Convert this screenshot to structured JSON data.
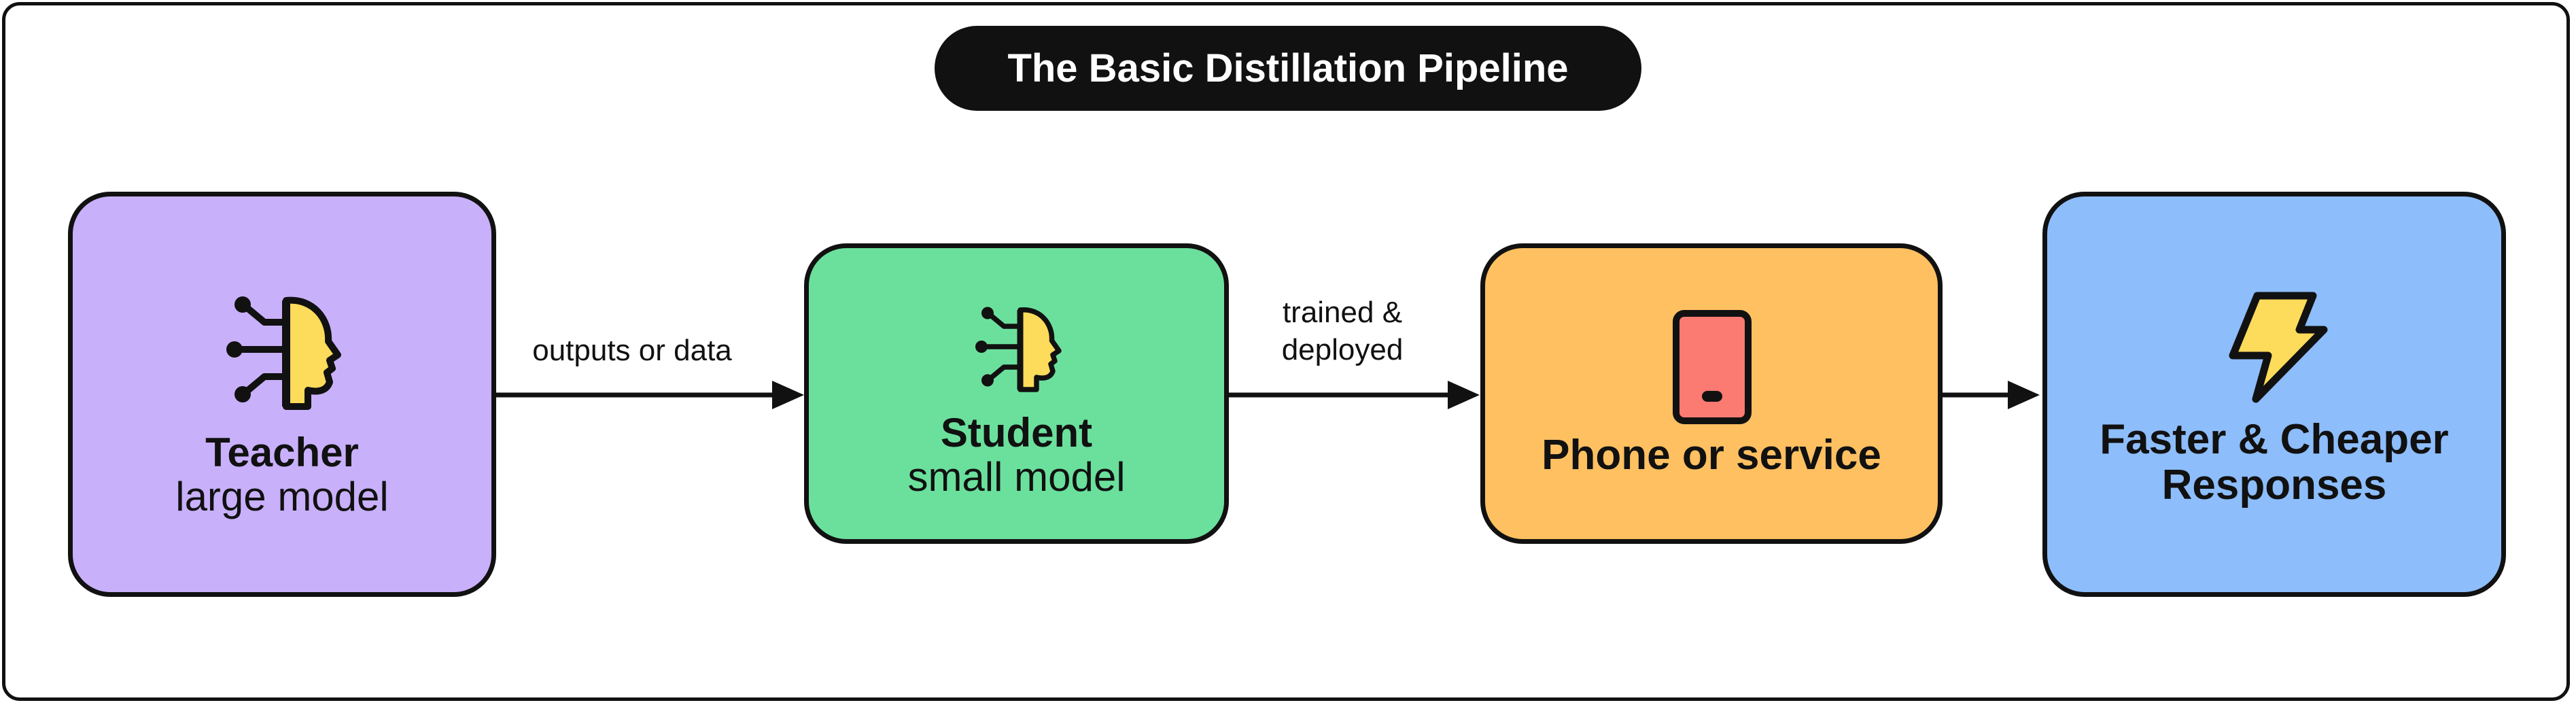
{
  "title": "The Basic Distillation Pipeline",
  "nodes": {
    "teacher": {
      "name": "Teacher",
      "subtitle": "large model",
      "color": "#c9b0fb",
      "icon": "ai-head-icon"
    },
    "student": {
      "name": "Student",
      "subtitle": "small model",
      "color": "#6be09d",
      "icon": "ai-head-icon"
    },
    "phone": {
      "name": "Phone or service",
      "color": "#fec061",
      "icon": "smartphone-icon"
    },
    "result": {
      "name_line1": "Faster & Cheaper",
      "name_line2": "Responses",
      "color": "#8dbdfb",
      "icon": "lightning-bolt-icon"
    }
  },
  "edges": {
    "teacher_to_student": {
      "label": "outputs or data"
    },
    "student_to_phone": {
      "label_line1": "trained &",
      "label_line2": "deployed"
    },
    "phone_to_result": {
      "label": ""
    }
  },
  "colors": {
    "outline": "#111111",
    "head_fill": "#fddb5b",
    "phone_fill": "#fb7b72",
    "bolt_fill": "#fddb5b"
  }
}
